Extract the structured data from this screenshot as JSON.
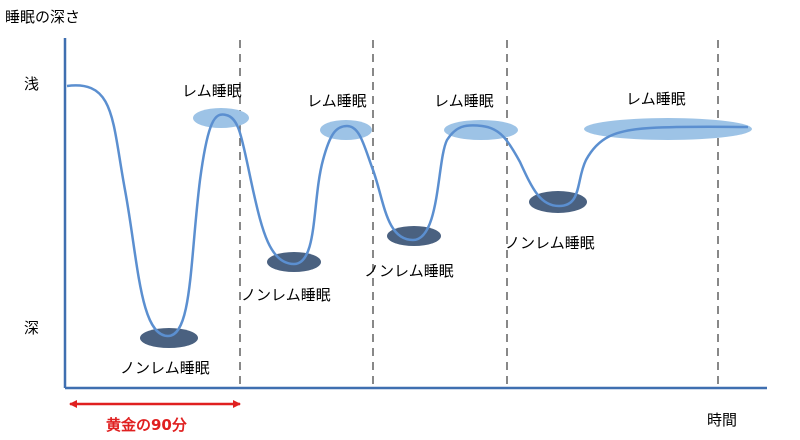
{
  "colors": {
    "curve": "#5b8fd0",
    "axis": "#3f6fb0",
    "rem_ellipse": "#9dc3e6",
    "nonrem_ellipse": "#4a6180",
    "divider": "#606060",
    "golden": "#e02020"
  },
  "axes": {
    "y_title": "睡眠の深さ",
    "y_top": "浅",
    "y_bottom": "深",
    "x_title": "時間"
  },
  "stage_labels": {
    "rem_1": "レム睡眠",
    "rem_2": "レム睡眠",
    "rem_3": "レム睡眠",
    "rem_4": "レム睡眠",
    "nonrem_1": "ノンレム睡眠",
    "nonrem_2": "ノンレム睡眠",
    "nonrem_3": "ノンレム睡眠",
    "nonrem_4": "ノンレム睡眠"
  },
  "golden_period": {
    "label": "黄金の90分"
  }
}
